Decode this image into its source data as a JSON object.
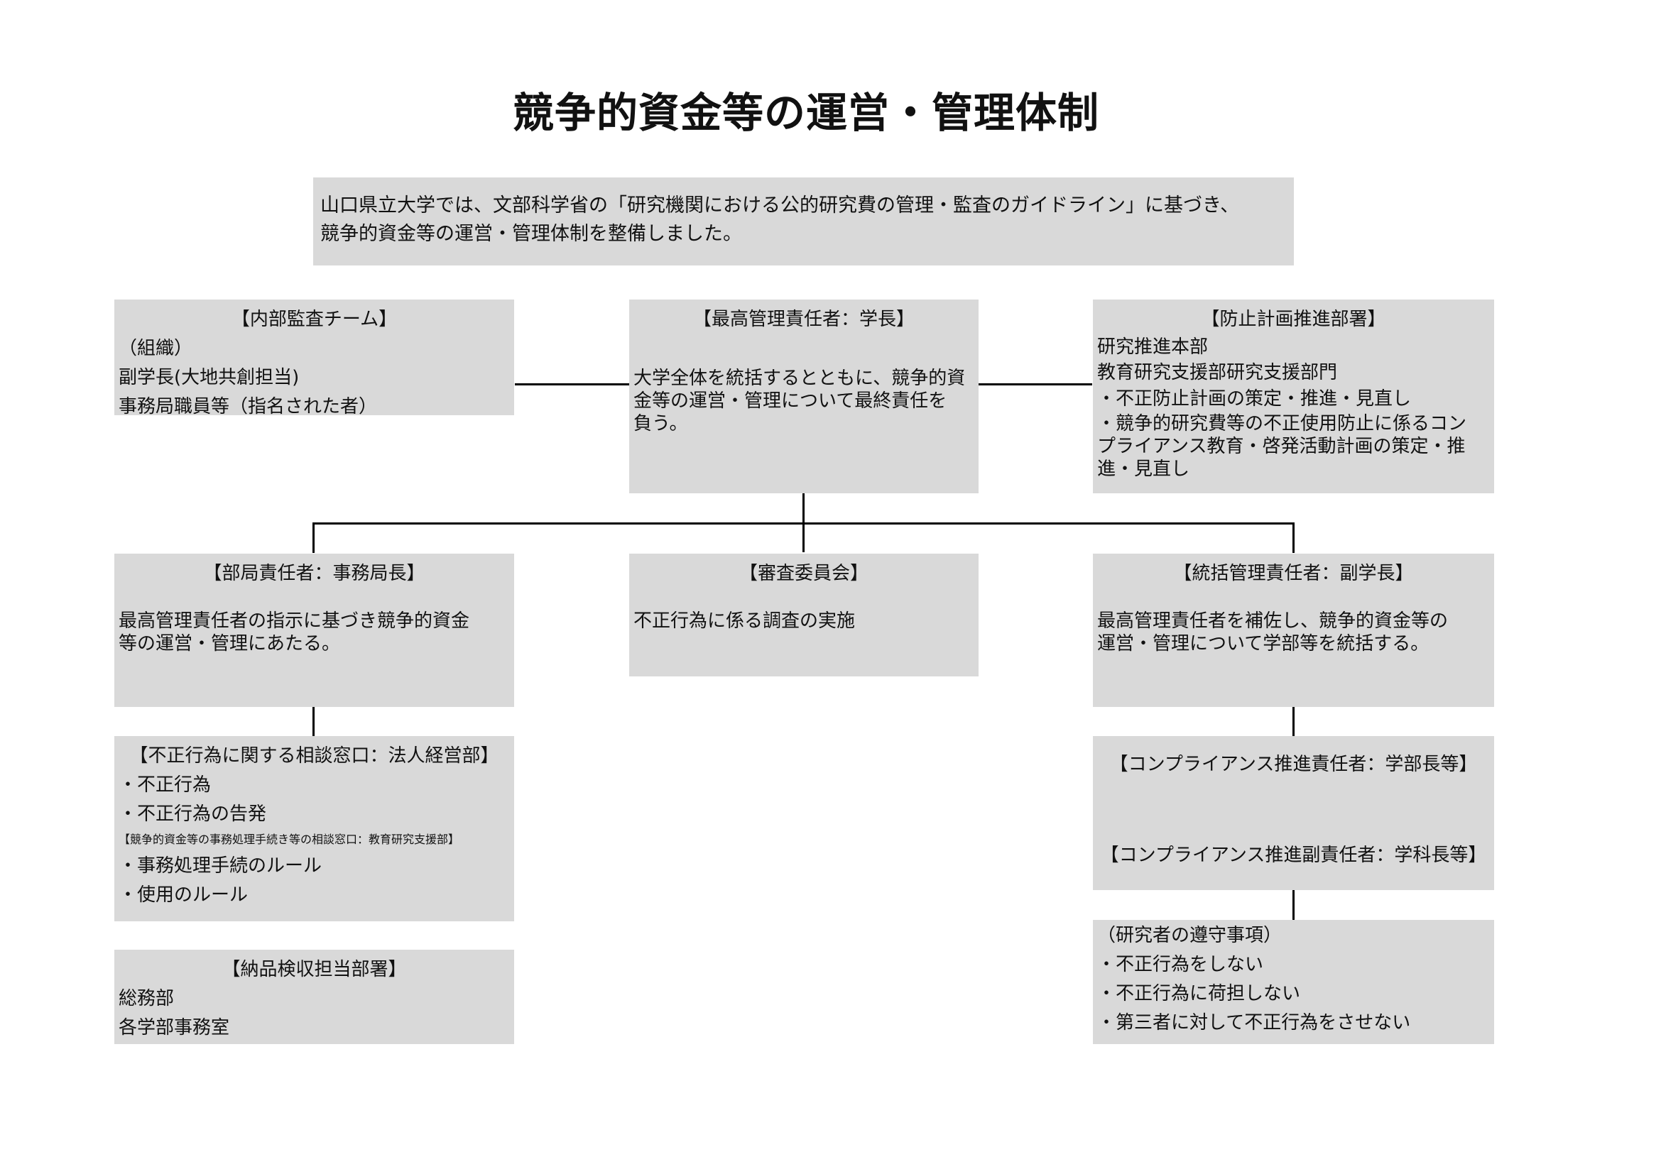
{
  "title": "競争的資金等の運営・管理体制",
  "intro": {
    "line1": "山口県立大学では、文部科学省の「研究機関における公的研究費の管理・監査のガイドライン」に基づき、",
    "line2": "競争的資金等の運営・管理体制を整備しました。"
  },
  "audit": {
    "header": "【内部監査チーム】",
    "lines": [
      "（組織）",
      "副学長(大地共創担当)",
      "事務局職員等（指名された者）"
    ]
  },
  "president": {
    "header": "【最高管理責任者：学長】",
    "body": [
      "大学全体を統括するとともに、競争的資",
      "金等の運営・管理について最終責任を",
      "負う。"
    ]
  },
  "prevention": {
    "header": "【防止計画推進部署】",
    "lines": [
      "研究推進本部",
      "教育研究支援部研究支援部門",
      "・不正防止計画の策定・推進・見直し"
    ],
    "body": [
      "・競争的研究費等の不正使用防止に係るコン",
      "プライアンス教育・啓発活動計画の策定・推",
      "進・見直し"
    ]
  },
  "bureau": {
    "header": "【部局責任者：事務局長】",
    "body": [
      "最高管理責任者の指示に基づき競争的資金",
      "等の運営・管理にあたる。"
    ]
  },
  "review": {
    "header": "【審査委員会】",
    "body": [
      "不正行為に係る調査の実施"
    ]
  },
  "vice": {
    "header": "【統括管理責任者：副学長】",
    "body": [
      "最高管理責任者を補佐し、競争的資金等の",
      "運営・管理について学部等を統括する。"
    ]
  },
  "consult": {
    "header": "【不正行為に関する相談窓口：法人経営部】",
    "lines1": [
      "・不正行為",
      "・不正行為の告発"
    ],
    "small": "【競争的資金等の事務処理手続き等の相談窓口：教育研究支援部】",
    "lines2": [
      "・事務処理手続のルール",
      "・使用のルール"
    ]
  },
  "delivery": {
    "header": "【納品検収担当部署】",
    "lines": [
      "総務部",
      "各学部事務室"
    ]
  },
  "compliance": {
    "head1": "【コンプライアンス推進責任者：学部長等】",
    "head2": "【コンプライアンス推進副責任者：学科長等】"
  },
  "researcher": {
    "header": "（研究者の遵守事項）",
    "lines": [
      "・不正行為をしない",
      "・不正行為に荷担しない",
      "・第三者に対して不正行為をさせない"
    ]
  }
}
